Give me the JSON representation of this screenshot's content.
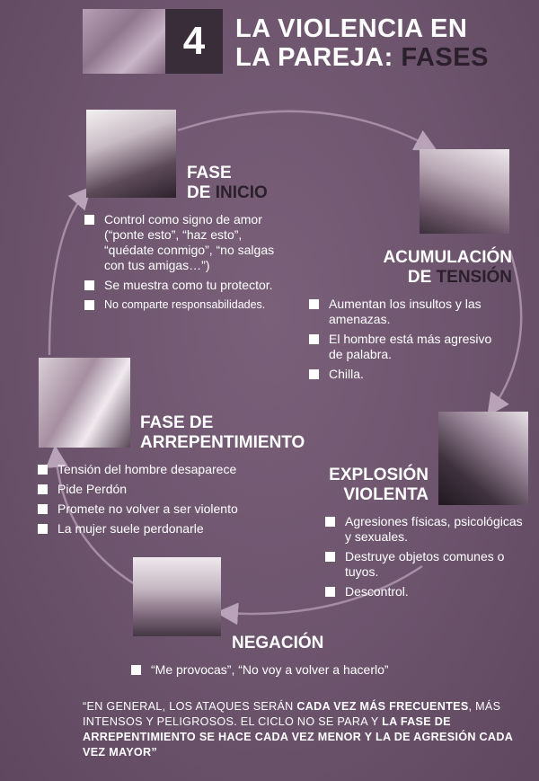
{
  "header": {
    "number": "4",
    "title_line1": "LA VIOLENCIA EN",
    "title_line2_prefix": "LA PAREJA: ",
    "title_line2_accent": "FASES"
  },
  "phases": {
    "inicio": {
      "title_line1": "FASE",
      "title_line2_prefix": "DE ",
      "title_line2_accent": "INICIO",
      "items": [
        "Control como signo de amor (“ponte esto”, “haz esto”, “quédate conmigo”, “no salgas con tus amigas…”)",
        "Se muestra como tu protector.",
        "No comparte responsabilidades."
      ]
    },
    "acumulacion": {
      "title_line1": "ACUMULACIÓN",
      "title_line2_prefix": "DE ",
      "title_line2_accent": "TENSIÓN",
      "items": [
        "Aumentan los insultos y las amenazas.",
        "El hombre está más agresivo de palabra.",
        "Chilla."
      ]
    },
    "arrepentimiento": {
      "title_line1": "FASE DE",
      "title_line2": "ARREPENTIMIENTO",
      "items": [
        "Tensión del hombre desaparece",
        "Pide Perdón",
        "Promete no volver a ser violento",
        "La mujer suele perdonarle"
      ]
    },
    "explosion": {
      "title_line1": "EXPLOSIÓN",
      "title_line2": "VIOLENTA",
      "items": [
        "Agresiones físicas, psicológicas y sexuales.",
        "Destruye objetos comunes o tuyos.",
        "Descontrol."
      ]
    },
    "negacion": {
      "title": "NEGACIÓN",
      "items": [
        "“Me provocas”, “No voy a volver a hacerlo”"
      ]
    }
  },
  "quote": {
    "part1": "“EN GENERAL, LOS ATAQUES SERÁN ",
    "bold1": "CADA VEZ MÁS FRECUENTES",
    "part2": ", MÁS INTENSOS Y PELIGROSOS. EL CICLO NO SE PARA Y ",
    "bold2": "LA FASE DE ARREPENTIMIENTO SE HACE CADA VEZ MENOR Y LA DE AGRESIÓN CADA VEZ MAYOR”"
  },
  "colors": {
    "background": "#6f566f",
    "dark_accent": "#2a1f2a",
    "cycle_line": "#a58da4"
  }
}
